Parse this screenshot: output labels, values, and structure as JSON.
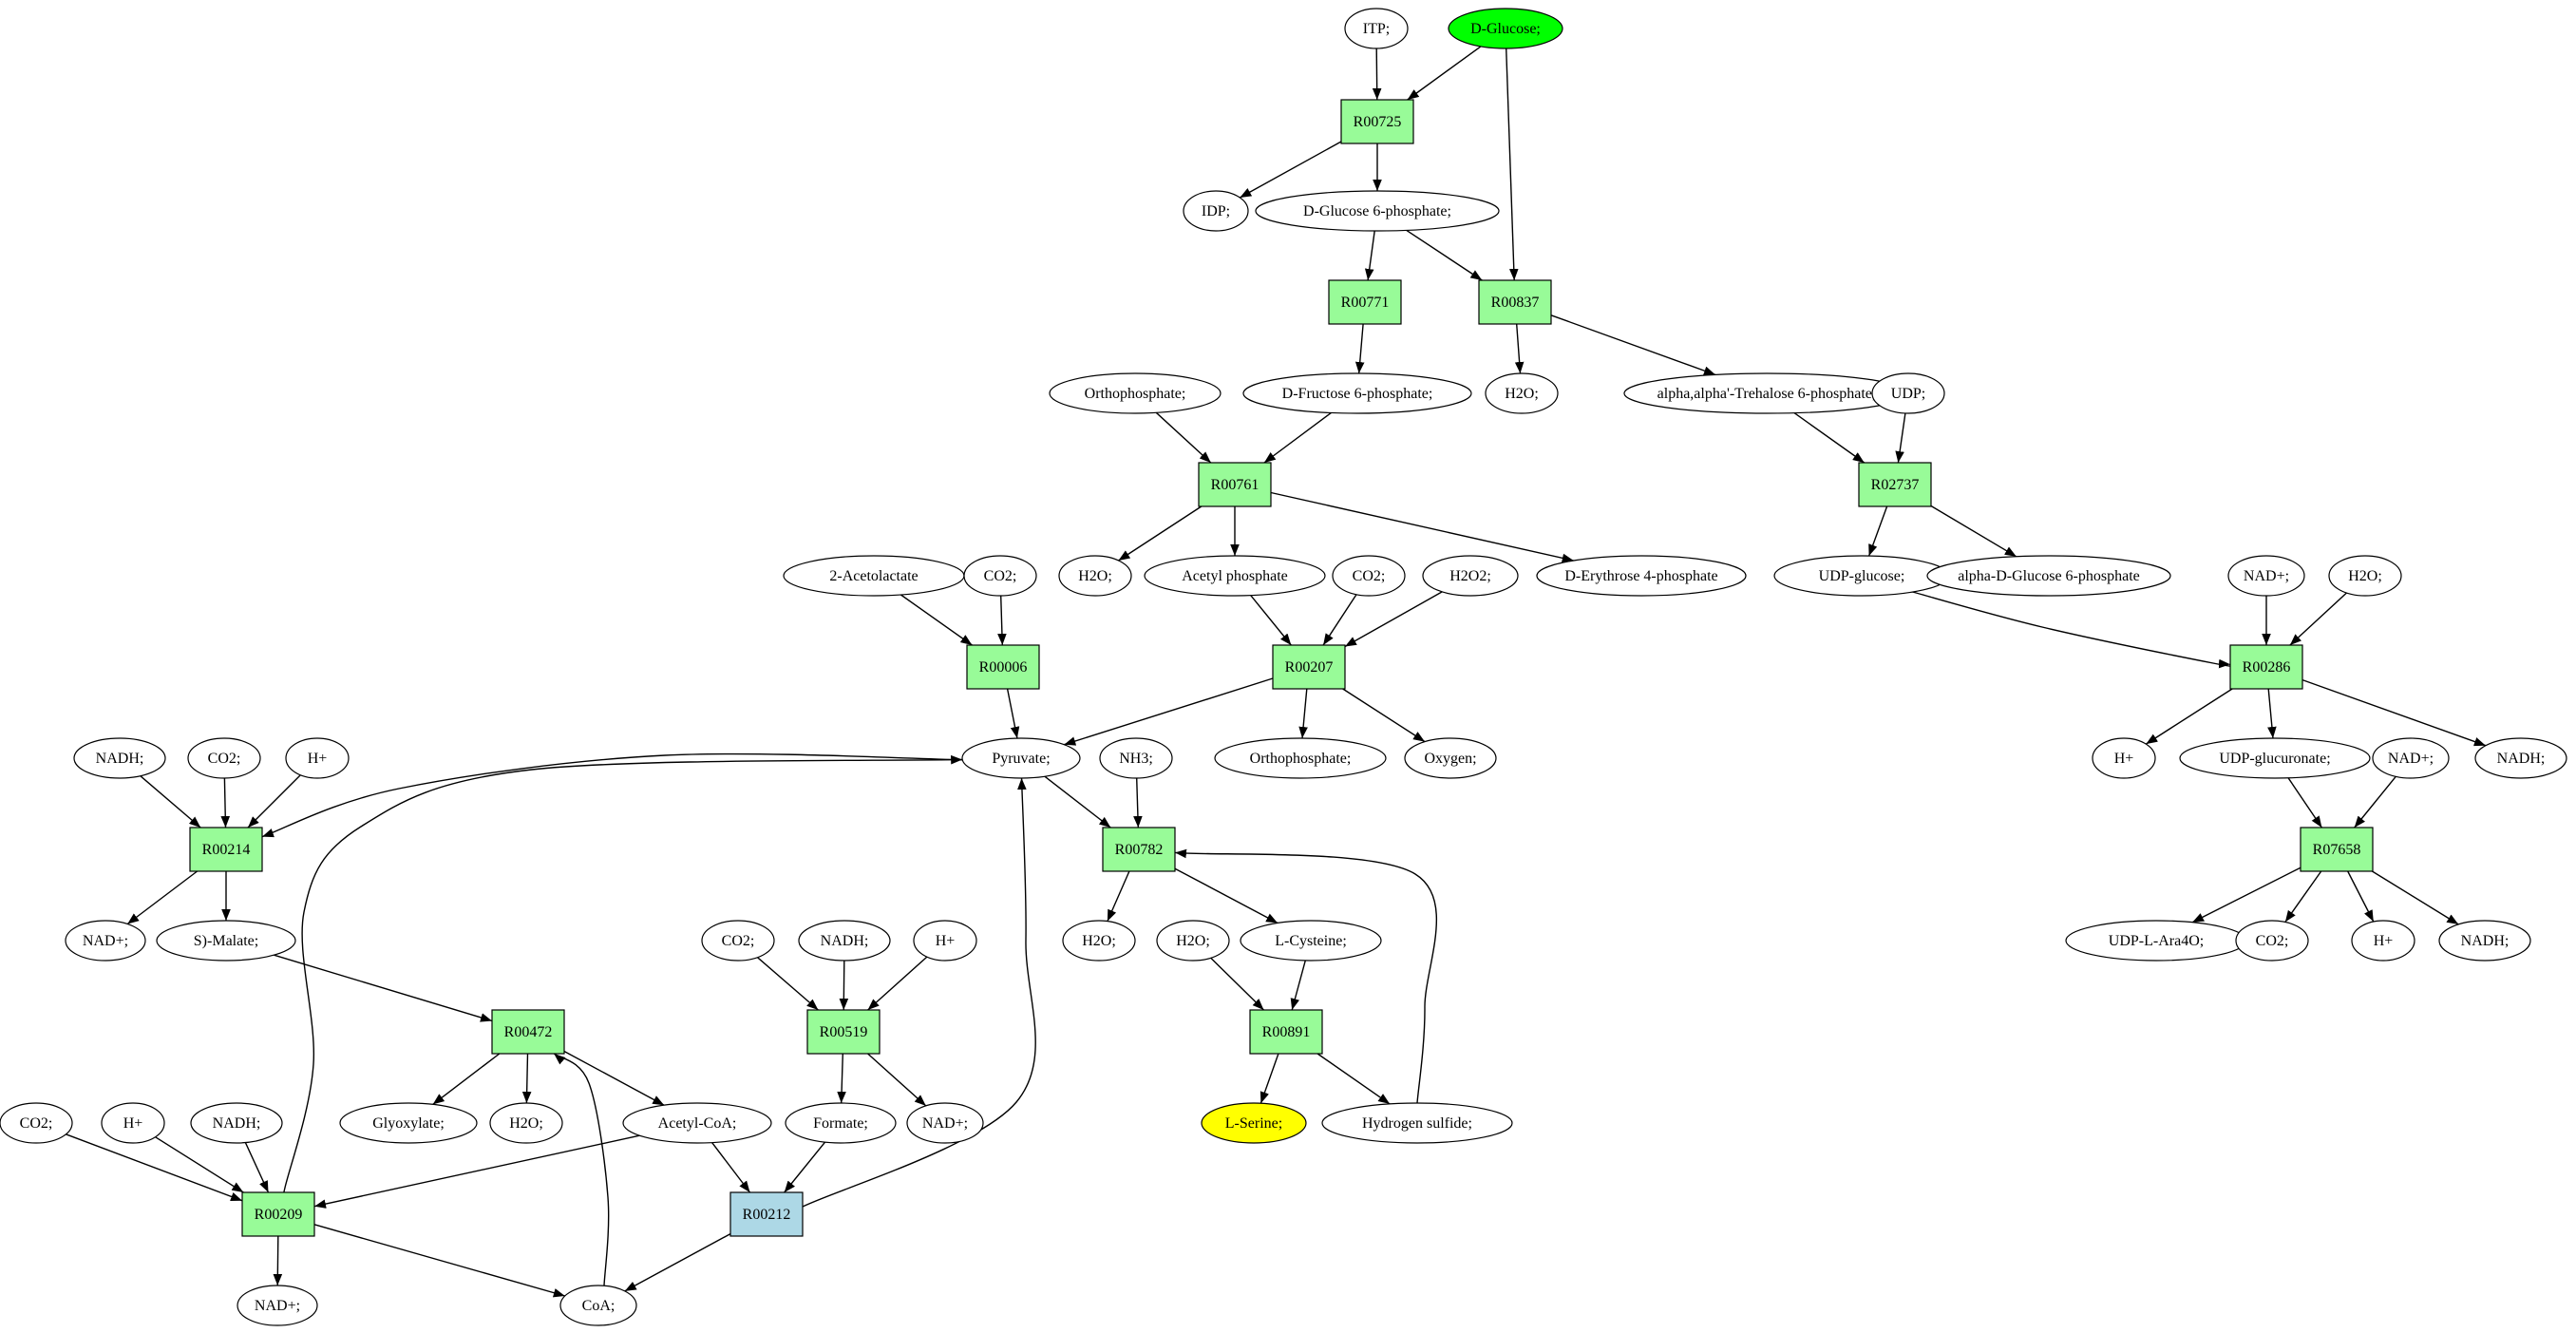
{
  "colors": {
    "reaction": "#98fb98",
    "reaction_highlight": "#add8e6",
    "metabolite": "#ffffff",
    "start": "#00ff00",
    "target": "#ffff00"
  },
  "nodes": [
    {
      "id": "itp",
      "label": "ITP;",
      "kind": "metabolite"
    },
    {
      "id": "dglucose",
      "label": "D-Glucose;",
      "kind": "start"
    },
    {
      "id": "R00725",
      "label": "R00725",
      "kind": "reaction"
    },
    {
      "id": "idp",
      "label": "IDP;",
      "kind": "metabolite"
    },
    {
      "id": "g6p",
      "label": "D-Glucose 6-phosphate;",
      "kind": "metabolite"
    },
    {
      "id": "R00771",
      "label": "R00771",
      "kind": "reaction"
    },
    {
      "id": "R00837",
      "label": "R00837",
      "kind": "reaction"
    },
    {
      "id": "orthophos1",
      "label": "Orthophosphate;",
      "kind": "metabolite"
    },
    {
      "id": "f6p",
      "label": "D-Fructose 6-phosphate;",
      "kind": "metabolite"
    },
    {
      "id": "h2o_837",
      "label": "H2O;",
      "kind": "metabolite"
    },
    {
      "id": "trehalose6p",
      "label": "alpha,alpha'-Trehalose 6-phosphate;",
      "kind": "metabolite"
    },
    {
      "id": "udp",
      "label": "UDP;",
      "kind": "metabolite"
    },
    {
      "id": "R00761",
      "label": "R00761",
      "kind": "reaction"
    },
    {
      "id": "R02737",
      "label": "R02737",
      "kind": "reaction"
    },
    {
      "id": "acetolactate",
      "label": "2-Acetolactate",
      "kind": "metabolite"
    },
    {
      "id": "co2_006",
      "label": "CO2;",
      "kind": "metabolite"
    },
    {
      "id": "h2o_761",
      "label": "H2O;",
      "kind": "metabolite"
    },
    {
      "id": "acetylphos",
      "label": "Acetyl phosphate",
      "kind": "metabolite"
    },
    {
      "id": "co2_207",
      "label": "CO2;",
      "kind": "metabolite"
    },
    {
      "id": "h2o2",
      "label": "H2O2;",
      "kind": "metabolite"
    },
    {
      "id": "erythrose4p",
      "label": "D-Erythrose 4-phosphate",
      "kind": "metabolite"
    },
    {
      "id": "udpglucose",
      "label": "UDP-glucose;",
      "kind": "metabolite"
    },
    {
      "id": "aglc6p",
      "label": "alpha-D-Glucose 6-phosphate",
      "kind": "metabolite"
    },
    {
      "id": "nad_286",
      "label": "NAD+;",
      "kind": "metabolite"
    },
    {
      "id": "h2o_286",
      "label": "H2O;",
      "kind": "metabolite"
    },
    {
      "id": "R00006",
      "label": "R00006",
      "kind": "reaction"
    },
    {
      "id": "R00207",
      "label": "R00207",
      "kind": "reaction"
    },
    {
      "id": "R00286",
      "label": "R00286",
      "kind": "reaction"
    },
    {
      "id": "nadh_214",
      "label": "NADH;",
      "kind": "metabolite"
    },
    {
      "id": "co2_214",
      "label": "CO2;",
      "kind": "metabolite"
    },
    {
      "id": "h_214",
      "label": "H+",
      "kind": "metabolite"
    },
    {
      "id": "pyruvate",
      "label": "Pyruvate;",
      "kind": "metabolite"
    },
    {
      "id": "nh3",
      "label": "NH3;",
      "kind": "metabolite"
    },
    {
      "id": "orthophos2",
      "label": "Orthophosphate;",
      "kind": "metabolite"
    },
    {
      "id": "oxygen",
      "label": "Oxygen;",
      "kind": "metabolite"
    },
    {
      "id": "h_286",
      "label": "H+",
      "kind": "metabolite"
    },
    {
      "id": "udpglucuronate",
      "label": "UDP-glucuronate;",
      "kind": "metabolite"
    },
    {
      "id": "nad_7658",
      "label": "NAD+;",
      "kind": "metabolite"
    },
    {
      "id": "nadh_286",
      "label": "NADH;",
      "kind": "metabolite"
    },
    {
      "id": "R00214",
      "label": "R00214",
      "kind": "reaction"
    },
    {
      "id": "R00782",
      "label": "R00782",
      "kind": "reaction"
    },
    {
      "id": "R07658",
      "label": "R07658",
      "kind": "reaction"
    },
    {
      "id": "nad_214",
      "label": "NAD+;",
      "kind": "metabolite"
    },
    {
      "id": "smalate",
      "label": "S)-Malate;",
      "kind": "metabolite"
    },
    {
      "id": "co2_519",
      "label": "CO2;",
      "kind": "metabolite"
    },
    {
      "id": "nadh_519",
      "label": "NADH;",
      "kind": "metabolite"
    },
    {
      "id": "h_519",
      "label": "H+",
      "kind": "metabolite"
    },
    {
      "id": "h2o_782",
      "label": "H2O;",
      "kind": "metabolite"
    },
    {
      "id": "h2o_891",
      "label": "H2O;",
      "kind": "metabolite"
    },
    {
      "id": "lcysteine",
      "label": "L-Cysteine;",
      "kind": "metabolite"
    },
    {
      "id": "udpara4o",
      "label": "UDP-L-Ara4O;",
      "kind": "metabolite"
    },
    {
      "id": "co2_7658",
      "label": "CO2;",
      "kind": "metabolite"
    },
    {
      "id": "h_7658",
      "label": "H+",
      "kind": "metabolite"
    },
    {
      "id": "nadh_7658",
      "label": "NADH;",
      "kind": "metabolite"
    },
    {
      "id": "R00472",
      "label": "R00472",
      "kind": "reaction"
    },
    {
      "id": "R00519",
      "label": "R00519",
      "kind": "reaction"
    },
    {
      "id": "R00891",
      "label": "R00891",
      "kind": "reaction"
    },
    {
      "id": "glyoxylate",
      "label": "Glyoxylate;",
      "kind": "metabolite"
    },
    {
      "id": "h2o_472",
      "label": "H2O;",
      "kind": "metabolite"
    },
    {
      "id": "acetylcoa",
      "label": "Acetyl-CoA;",
      "kind": "metabolite"
    },
    {
      "id": "formate",
      "label": "Formate;",
      "kind": "metabolite"
    },
    {
      "id": "nad_519",
      "label": "NAD+;",
      "kind": "metabolite"
    },
    {
      "id": "lserine",
      "label": "L-Serine;",
      "kind": "target"
    },
    {
      "id": "h2s",
      "label": "Hydrogen sulfide;",
      "kind": "metabolite"
    },
    {
      "id": "co2_209",
      "label": "CO2;",
      "kind": "metabolite"
    },
    {
      "id": "h_209",
      "label": "H+",
      "kind": "metabolite"
    },
    {
      "id": "nadh_209",
      "label": "NADH;",
      "kind": "metabolite"
    },
    {
      "id": "R00209",
      "label": "R00209",
      "kind": "reaction"
    },
    {
      "id": "R00212",
      "label": "R00212",
      "kind": "reaction_highlight"
    },
    {
      "id": "nad_209",
      "label": "NAD+;",
      "kind": "metabolite"
    },
    {
      "id": "coa",
      "label": "CoA;",
      "kind": "metabolite"
    }
  ],
  "edges": [
    [
      "itp",
      "R00725"
    ],
    [
      "dglucose",
      "R00725"
    ],
    [
      "R00725",
      "idp"
    ],
    [
      "R00725",
      "g6p"
    ],
    [
      "dglucose",
      "R00837"
    ],
    [
      "g6p",
      "R00771"
    ],
    [
      "g6p",
      "R00837"
    ],
    [
      "R00771",
      "f6p"
    ],
    [
      "R00837",
      "h2o_837"
    ],
    [
      "R00837",
      "trehalose6p"
    ],
    [
      "orthophos1",
      "R00761"
    ],
    [
      "f6p",
      "R00761"
    ],
    [
      "trehalose6p",
      "R02737"
    ],
    [
      "udp",
      "R02737"
    ],
    [
      "R00761",
      "h2o_761"
    ],
    [
      "R00761",
      "acetylphos"
    ],
    [
      "R00761",
      "erythrose4p"
    ],
    [
      "R02737",
      "udpglucose"
    ],
    [
      "R02737",
      "aglc6p"
    ],
    [
      "acetolactate",
      "R00006"
    ],
    [
      "co2_006",
      "R00006"
    ],
    [
      "acetylphos",
      "R00207"
    ],
    [
      "co2_207",
      "R00207"
    ],
    [
      "h2o2",
      "R00207"
    ],
    [
      "udpglucose",
      "R00286"
    ],
    [
      "nad_286",
      "R00286"
    ],
    [
      "h2o_286",
      "R00286"
    ],
    [
      "R00006",
      "pyruvate"
    ],
    [
      "R00207",
      "pyruvate"
    ],
    [
      "R00207",
      "orthophos2"
    ],
    [
      "R00207",
      "oxygen"
    ],
    [
      "R00286",
      "h_286"
    ],
    [
      "R00286",
      "udpglucuronate"
    ],
    [
      "R00286",
      "nadh_286"
    ],
    [
      "nadh_214",
      "R00214"
    ],
    [
      "co2_214",
      "R00214"
    ],
    [
      "h_214",
      "R00214"
    ],
    [
      "pyruvate",
      "R00214"
    ],
    [
      "pyruvate",
      "R00782"
    ],
    [
      "nh3",
      "R00782"
    ],
    [
      "udpglucuronate",
      "R07658"
    ],
    [
      "nad_7658",
      "R07658"
    ],
    [
      "R00214",
      "nad_214"
    ],
    [
      "R00214",
      "smalate"
    ],
    [
      "R00782",
      "h2o_782"
    ],
    [
      "R00782",
      "lcysteine"
    ],
    [
      "R07658",
      "udpara4o"
    ],
    [
      "R07658",
      "co2_7658"
    ],
    [
      "R07658",
      "h_7658"
    ],
    [
      "R07658",
      "nadh_7658"
    ],
    [
      "smalate",
      "R00472"
    ],
    [
      "co2_519",
      "R00519"
    ],
    [
      "nadh_519",
      "R00519"
    ],
    [
      "h_519",
      "R00519"
    ],
    [
      "h2o_891",
      "R00891"
    ],
    [
      "lcysteine",
      "R00891"
    ],
    [
      "R00472",
      "glyoxylate"
    ],
    [
      "R00472",
      "h2o_472"
    ],
    [
      "R00472",
      "acetylcoa"
    ],
    [
      "R00519",
      "formate"
    ],
    [
      "R00519",
      "nad_519"
    ],
    [
      "R00891",
      "lserine"
    ],
    [
      "R00891",
      "h2s"
    ],
    [
      "h2s",
      "R00782"
    ],
    [
      "co2_209",
      "R00209"
    ],
    [
      "h_209",
      "R00209"
    ],
    [
      "nadh_209",
      "R00209"
    ],
    [
      "acetylcoa",
      "R00209"
    ],
    [
      "acetylcoa",
      "R00212"
    ],
    [
      "formate",
      "R00212"
    ],
    [
      "R00209",
      "pyruvate"
    ],
    [
      "R00212",
      "pyruvate"
    ],
    [
      "R00209",
      "nad_209"
    ],
    [
      "R00209",
      "coa"
    ],
    [
      "R00212",
      "coa"
    ],
    [
      "coa",
      "R00472"
    ]
  ]
}
